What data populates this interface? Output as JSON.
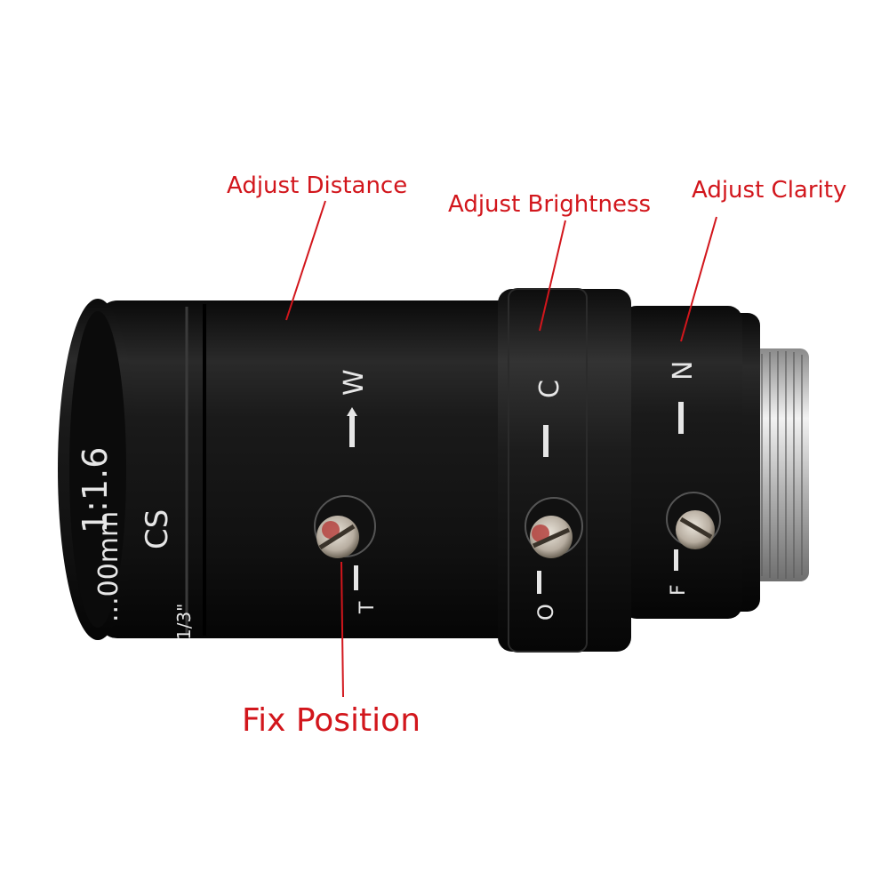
{
  "annotations": {
    "adjust_distance": "Adjust Distance",
    "adjust_brightness": "Adjust Brightness",
    "adjust_clarity": "Adjust Clarity",
    "fix_position": "Fix Position"
  },
  "lens_markings": {
    "ratio": "1:1.6",
    "mount": "CS",
    "focal": "...00mm",
    "format": "1/3\"",
    "zoom_wide": "W",
    "zoom_tele": "T",
    "iris_close": "C",
    "iris_open": "O",
    "focus_near": "N",
    "focus_far": "F"
  },
  "colors": {
    "annotation": "#d2161c",
    "lens_body": "#141414",
    "thread": "#c8c8c8",
    "marking": "#e6e6e6"
  }
}
